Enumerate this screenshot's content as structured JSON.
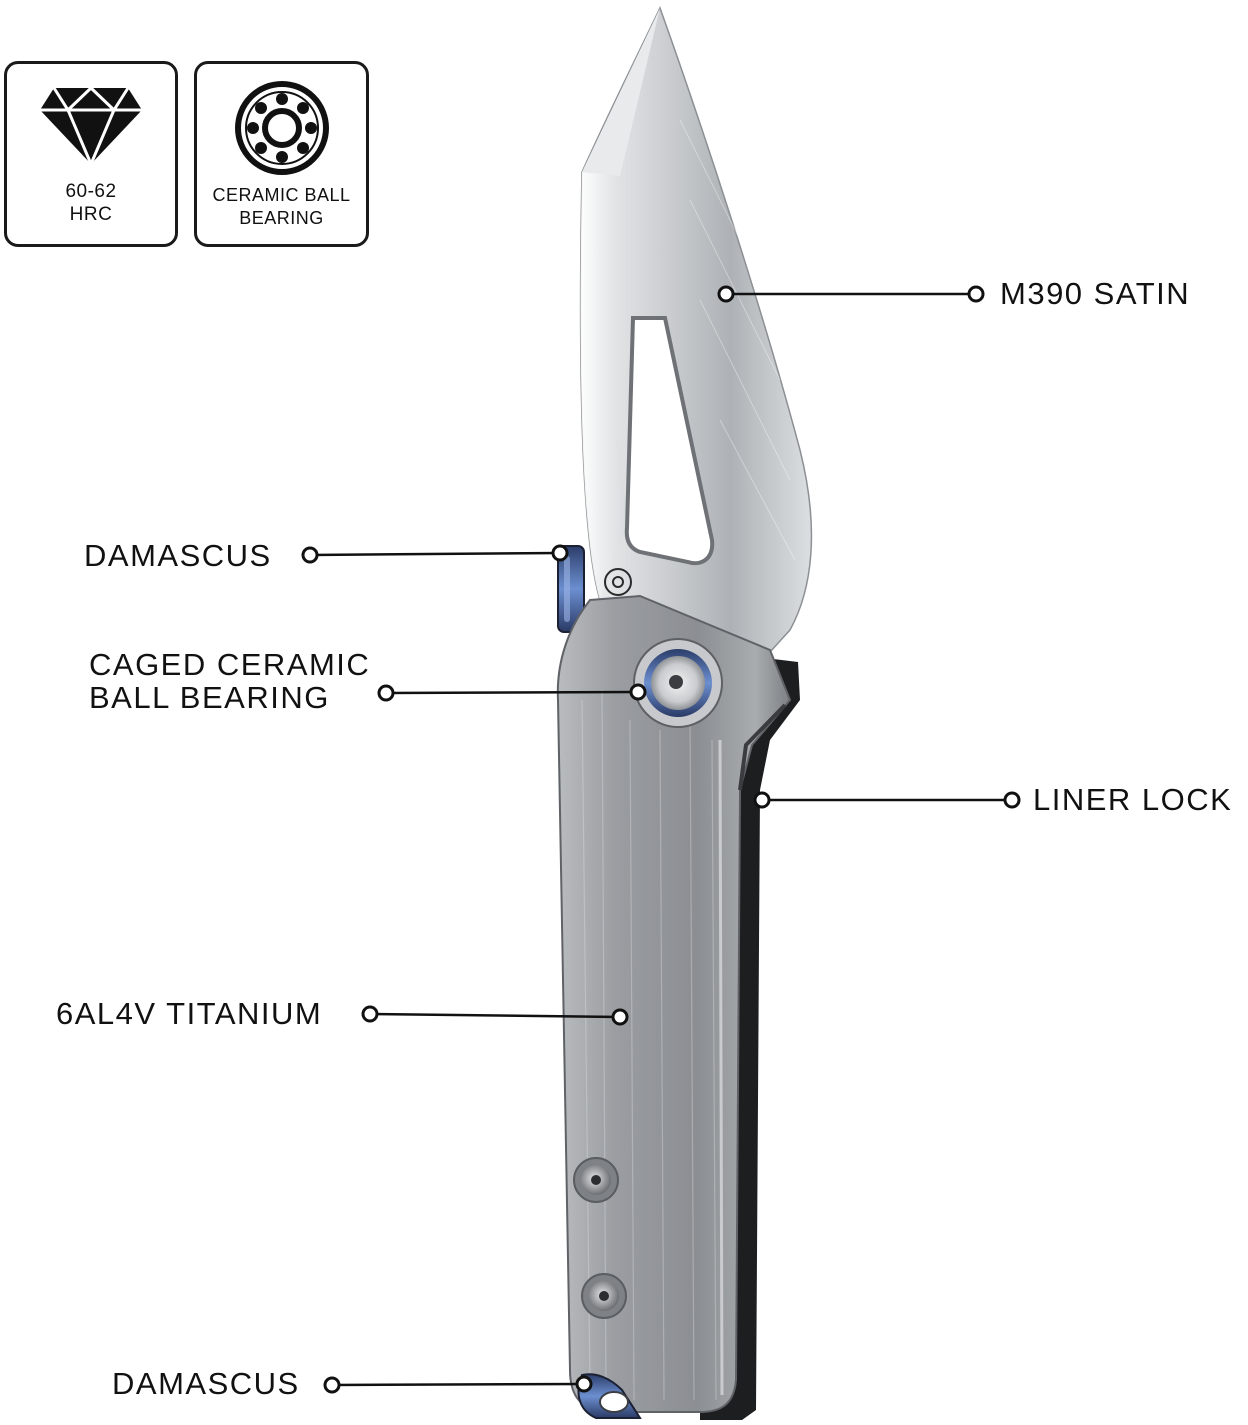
{
  "badges": [
    {
      "id": "hrc",
      "icon": "diamond-icon",
      "line1": "60-62",
      "line2": "HRC"
    },
    {
      "id": "bearing",
      "icon": "ball-bearing-icon",
      "line1": "CERAMIC BALL",
      "line2": "BEARING"
    }
  ],
  "callouts": {
    "blade_steel": "M390 SATIN",
    "thumb_stud": "DAMASCUS",
    "pivot_line1": "CAGED CERAMIC",
    "pivot_line2": "BALL BEARING",
    "lock": "LINER LOCK",
    "handle": "6AL4V TITANIUM",
    "lanyard": "DAMASCUS"
  },
  "colors": {
    "blade": "#c9ccd0",
    "handle": "#9ea1a5",
    "anodized_blue": "#4a6fb0",
    "line": "#111111"
  }
}
